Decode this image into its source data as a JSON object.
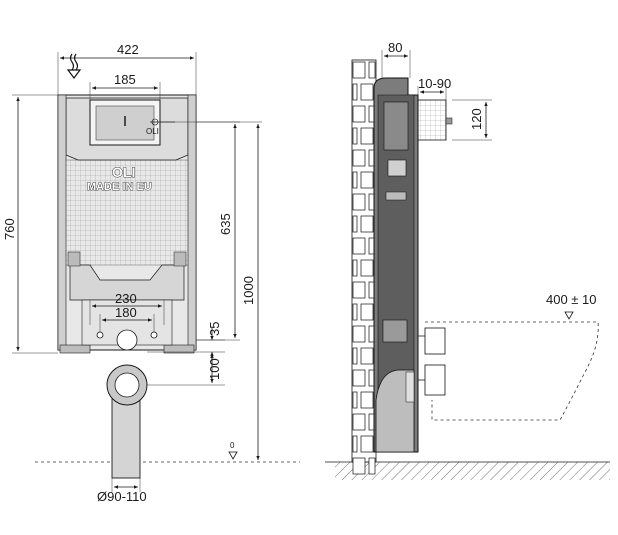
{
  "brand": {
    "logo": "OLI",
    "made_in": "MADE IN EU",
    "small_logo": "OLI"
  },
  "front_view": {
    "width_total": "422",
    "width_plate": "185",
    "height_total": "760",
    "height_actuator": "635",
    "height_frame": "1000",
    "bolt_spacing_outer": "230",
    "bolt_spacing_inner": "180",
    "dim_35": "35",
    "dim_100": "100",
    "floor_level": "0",
    "drain_diameter": "Ø90-110"
  },
  "side_view": {
    "depth": "80",
    "adjust_range": "10-90",
    "plate_height": "120",
    "bowl_height": "400 ± 10"
  }
}
